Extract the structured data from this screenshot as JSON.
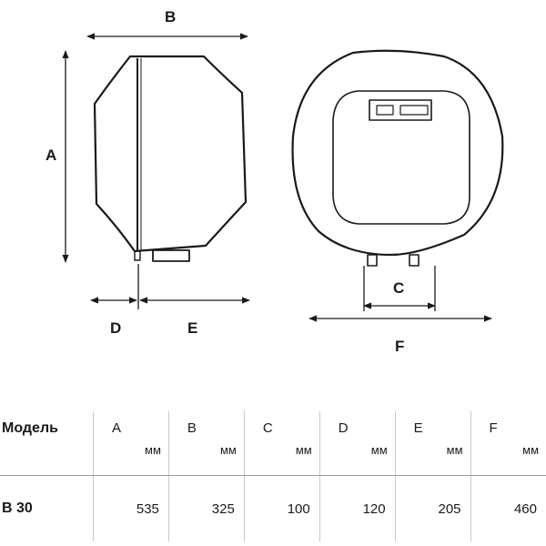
{
  "dimension_labels": {
    "a": "A",
    "b": "B",
    "c": "C",
    "d": "D",
    "e": "E",
    "f": "F"
  },
  "table": {
    "model_header": "Модель",
    "columns": [
      {
        "letter": "A",
        "unit": "мм"
      },
      {
        "letter": "B",
        "unit": "мм"
      },
      {
        "letter": "C",
        "unit": "мм"
      },
      {
        "letter": "D",
        "unit": "мм"
      },
      {
        "letter": "E",
        "unit": "мм"
      },
      {
        "letter": "F",
        "unit": "мм"
      }
    ],
    "rows": [
      {
        "model": "B 30",
        "values": [
          "535",
          "325",
          "100",
          "120",
          "205",
          "460"
        ]
      }
    ]
  }
}
